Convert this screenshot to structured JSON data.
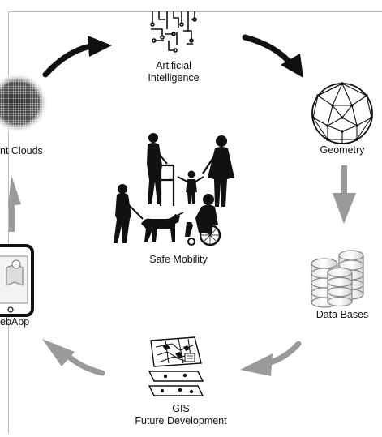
{
  "diagram": {
    "nodes": [
      {
        "id": "ai",
        "label_line1": "Artificial",
        "label_line2": "Intelligence",
        "icon": "ai-chip-icon"
      },
      {
        "id": "geometry",
        "label": "Geometry",
        "icon": "geodesic-sphere-icon"
      },
      {
        "id": "databases",
        "label": "Data Bases",
        "icon": "database-stack-icon"
      },
      {
        "id": "gis",
        "label_line1": "GIS",
        "label_line2": "Future Development",
        "icon": "gis-layers-icon"
      },
      {
        "id": "webapp",
        "label": "ebApp",
        "icon": "smartphone-icon"
      },
      {
        "id": "pointclouds",
        "label": "nt Clouds",
        "icon": "point-cloud-icon"
      }
    ],
    "center": {
      "label": "Safe Mobility",
      "icon": "pedestrians-mobility-icon"
    },
    "colors": {
      "arrow_dark": "#111111",
      "arrow_gray": "#9a9a9a",
      "text": "#111111"
    }
  }
}
